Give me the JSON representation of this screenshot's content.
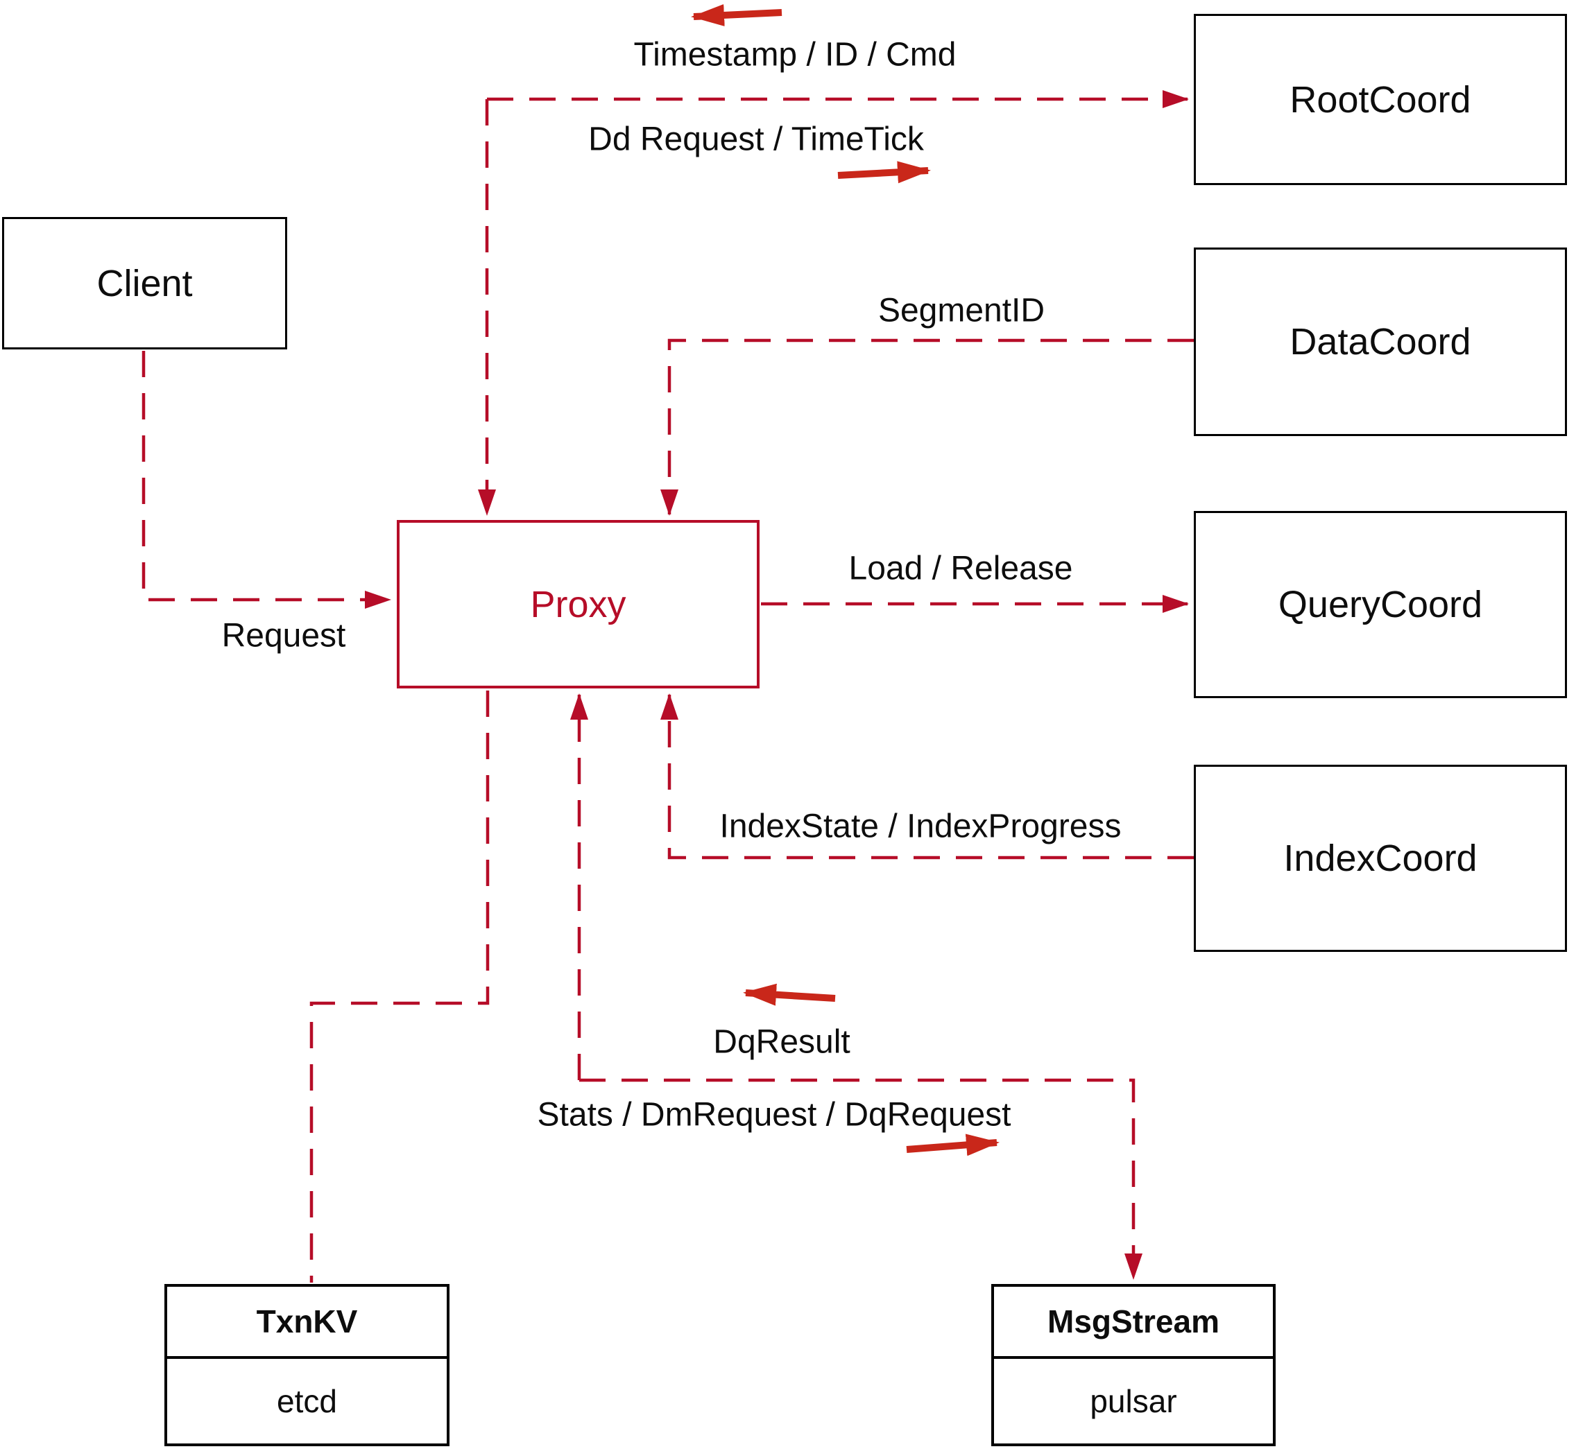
{
  "diagram": {
    "nodes": {
      "client": {
        "label": "Client"
      },
      "proxy": {
        "label": "Proxy"
      },
      "root_coord": {
        "label": "RootCoord"
      },
      "data_coord": {
        "label": "DataCoord"
      },
      "query_coord": {
        "label": "QueryCoord"
      },
      "index_coord": {
        "label": "IndexCoord"
      },
      "txn_kv": {
        "title": "TxnKV",
        "impl": "etcd"
      },
      "msg_stream": {
        "title": "MsgStream",
        "impl": "pulsar"
      }
    },
    "edge_labels": {
      "timestamp": "Timestamp / ID / Cmd",
      "dd_request": "Dd Request / TimeTick",
      "segment_id": "SegmentID",
      "load_release": "Load / Release",
      "request": "Request",
      "index_state": "IndexState / IndexProgress",
      "dq_result": "DqResult",
      "stats": "Stats / DmRequest / DqRequest"
    },
    "colors": {
      "connector": "#b60d28",
      "arrow": "#c9271a",
      "box_border": "#000000",
      "text": "#0d0d0d",
      "background": "#ffffff"
    }
  }
}
